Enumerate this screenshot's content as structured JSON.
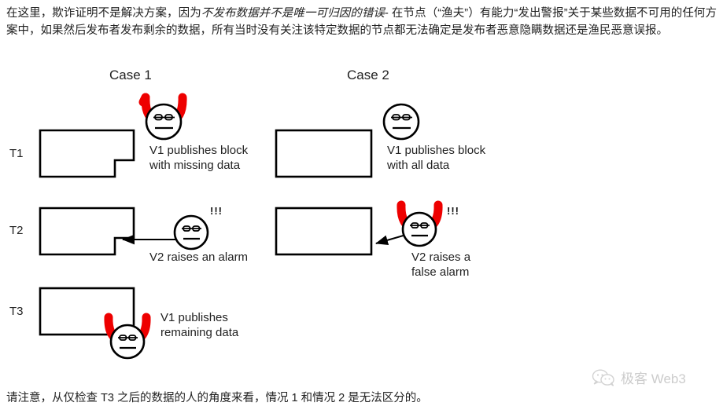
{
  "intro": {
    "part1": "在这里，欺诈证明不是解决方案，因为",
    "italic": "不发布数据并不是唯一可归因的错误",
    "part2": "- 在节点（“渔夫”）有能力“发出警报”关于某些数据不可用的任何方案中，如果然后发布者发布剩余的数据，所有当时没有关注该特定数据的节点都无法确定是发布者恶意隐瞒数据还是渔民恶意误报。"
  },
  "caption": {
    "text": "请注意，从仅检查 T3 之后的数据的人的角度来看，情况 1 和情况 2 是无法区分的。"
  },
  "diagram": {
    "case1_title": "Case 1",
    "case2_title": "Case 2",
    "t1_label": "T1",
    "t2_label": "T2",
    "t3_label": "T3",
    "notes": {
      "case1_t1": "V1 publishes block\nwith missing data",
      "case2_t1": "V1 publishes block\nwith all data",
      "case1_t2": "V2 raises an alarm",
      "case2_t2": "V2 raises a\nfalse alarm",
      "case1_t3": "V1 publishes\nremaining data"
    },
    "alarm_marks": {
      "case1_t2": "!!!",
      "case2_t2": "!!!"
    },
    "colors": {
      "horn_red": "#ee0000",
      "stroke_black": "#000000",
      "text": "#222222",
      "watermark_gray": "#cccccc"
    }
  },
  "watermark": {
    "label": "极客 Web3",
    "icon": "wechat-bubbles-icon"
  }
}
